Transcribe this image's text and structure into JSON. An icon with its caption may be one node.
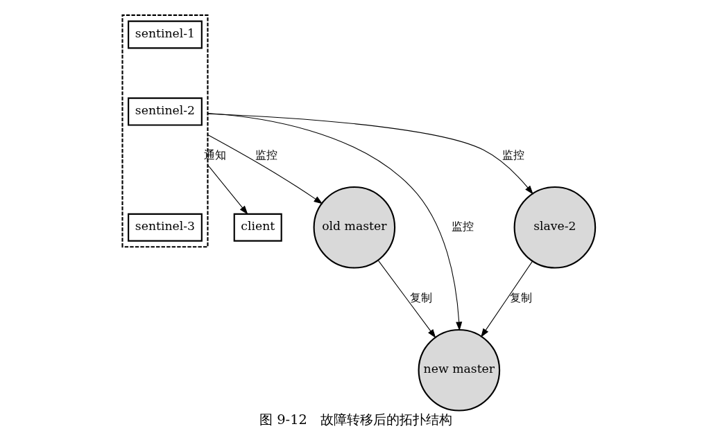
{
  "diagram": {
    "caption": "图 9-12　故障转移后的拓扑结构",
    "nodes": [
      {
        "text": [],
        "shape": "box"
      },
      {
        "text": [
          "sentinel-1"
        ],
        "in": 0
      },
      {
        "text": [
          "sentinel-2"
        ],
        "in": 0
      },
      {
        "text": [
          "sentinel-3"
        ],
        "in": 0
      },
      {
        "text": [
          "client"
        ]
      },
      {
        "text": [
          "old master"
        ]
      },
      {
        "text": [
          "new master"
        ]
      },
      {
        "text": [
          "slave-2"
        ]
      }
    ],
    "edges": [
      {
        "from": 0,
        "to": 4,
        "arrow": "to",
        "label": "通知"
      },
      {
        "from": 0,
        "to": 6,
        "arrow": "to",
        "label": "监控"
      },
      {
        "from": 0,
        "to": 5,
        "arrow": "to",
        "label": "监控"
      },
      {
        "from": 0,
        "to": 7,
        "arrow": "to",
        "label": "监控"
      },
      {
        "from": 5,
        "to": 6,
        "arrow": "to",
        "label": "复制"
      },
      {
        "from": 7,
        "to": 6,
        "arrow": "to",
        "label": "复制"
      }
    ]
  }
}
